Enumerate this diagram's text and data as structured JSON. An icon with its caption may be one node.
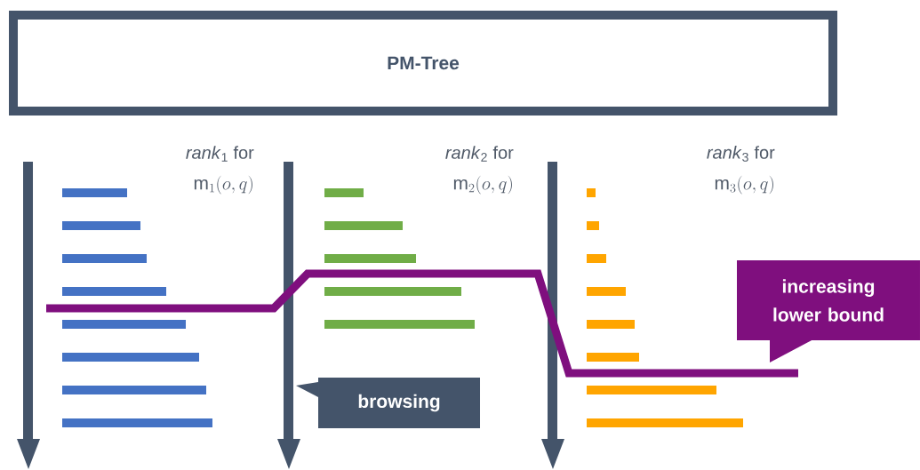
{
  "diagram": {
    "nodes": [
      {
        "text": [
          "PM-Tree"
        ]
      },
      {
        "text": [
          "browsing"
        ]
      },
      {
        "text": [
          "increasing lower bound"
        ]
      }
    ],
    "labels": [
      "*rank*$_{1}$ for",
      "\\mathrm{m}_1(o,q)",
      "*rank*$_{2}$ for",
      "\\mathrm{m}_2(o,q)",
      "*rank*$_{3}$ for",
      "\\mathrm{m}_3(o,q)"
    ]
  }
}
